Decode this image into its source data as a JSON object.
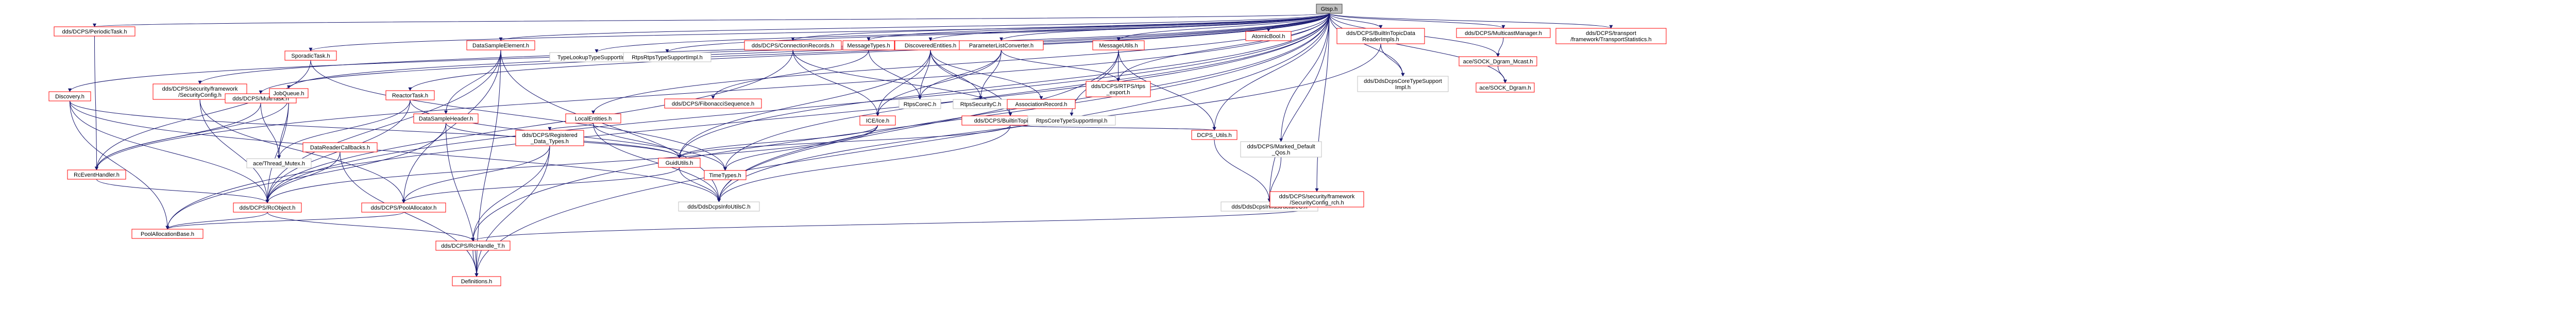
{
  "diagram": {
    "kind": "include-dependency-graph",
    "colors": {
      "edge": "#191970",
      "node_border_documented": "#ff0000",
      "node_border_plain": "#bfbfbf",
      "node_border_root": "#404040",
      "node_fill_root": "#bfbfbf",
      "node_fill": "#ffffff",
      "text": "#000000"
    },
    "nodes": [
      {
        "id": "gtsp",
        "lines": [
          "Gtsp.h"
        ],
        "style": "root"
      },
      {
        "id": "periodic_task",
        "lines": [
          "dds/DCPS/PeriodicTask.h"
        ],
        "style": "red"
      },
      {
        "id": "sporadic_task",
        "lines": [
          "SporadicTask.h"
        ],
        "style": "red"
      },
      {
        "id": "discovery",
        "lines": [
          "Discovery.h"
        ],
        "style": "red"
      },
      {
        "id": "sec_config",
        "lines": [
          "dds/DCPS/security/framework",
          "/SecurityConfig.h"
        ],
        "style": "red"
      },
      {
        "id": "multi_task",
        "lines": [
          "dds/DCPS/MultiTask.h"
        ],
        "style": "red"
      },
      {
        "id": "job_queue",
        "lines": [
          "JobQueue.h"
        ],
        "style": "red"
      },
      {
        "id": "reactor_task",
        "lines": [
          "ReactorTask.h"
        ],
        "style": "red"
      },
      {
        "id": "data_sample_element",
        "lines": [
          "DataSampleElement.h"
        ],
        "style": "red"
      },
      {
        "id": "data_sample_header",
        "lines": [
          "DataSampleHeader.h"
        ],
        "style": "red"
      },
      {
        "id": "typelookup",
        "lines": [
          "TypeLookupTypeSupportImpl.h"
        ],
        "style": "plain"
      },
      {
        "id": "rtps_type_support",
        "lines": [
          "RtpsRtpsTypeSupportImpl.h"
        ],
        "style": "plain"
      },
      {
        "id": "conn_records",
        "lines": [
          "dds/DCPS/ConnectionRecords.h"
        ],
        "style": "red"
      },
      {
        "id": "local_entities",
        "lines": [
          "LocalEntities.h"
        ],
        "style": "red"
      },
      {
        "id": "fibonacci",
        "lines": [
          "dds/DCPS/FibonacciSequence.h"
        ],
        "style": "red"
      },
      {
        "id": "message_types",
        "lines": [
          "MessageTypes.h"
        ],
        "style": "red"
      },
      {
        "id": "discovered_entities",
        "lines": [
          "DiscoveredEntities.h"
        ],
        "style": "red"
      },
      {
        "id": "param_list_converter",
        "lines": [
          "ParameterListConverter.h"
        ],
        "style": "red"
      },
      {
        "id": "ice_ice",
        "lines": [
          "ICE/Ice.h"
        ],
        "style": "red"
      },
      {
        "id": "builtin_topic_utils",
        "lines": [
          "dds/DCPS/BuiltinTopicUtils.h"
        ],
        "style": "red"
      },
      {
        "id": "rtps_core",
        "lines": [
          "RtpsCoreC.h"
        ],
        "style": "plain"
      },
      {
        "id": "rtps_security",
        "lines": [
          "RtpsSecurityC.h"
        ],
        "style": "plain"
      },
      {
        "id": "assoc_record",
        "lines": [
          "AssociationRecord.h"
        ],
        "style": "red"
      },
      {
        "id": "message_utils",
        "lines": [
          "MessageUtils.h"
        ],
        "style": "red"
      },
      {
        "id": "rtps_core_type_support",
        "lines": [
          "RtpsCoreTypeSupportImpl.h"
        ],
        "style": "plain"
      },
      {
        "id": "rtps_rtps_export",
        "lines": [
          "dds/DCPS/RTPS/rtps",
          "_export.h"
        ],
        "style": "red"
      },
      {
        "id": "atomic_bool",
        "lines": [
          "AtomicBool.h"
        ],
        "style": "red"
      },
      {
        "id": "builtin_reader_impls",
        "lines": [
          "dds/DCPS/BuiltInTopicData",
          "ReaderImpls.h"
        ],
        "style": "red"
      },
      {
        "id": "multicast_manager",
        "lines": [
          "dds/DCPS/MulticastManager.h"
        ],
        "style": "red"
      },
      {
        "id": "sock_dgram_mcast",
        "lines": [
          "ace/SOCK_Dgram_Mcast.h"
        ],
        "style": "red"
      },
      {
        "id": "sock_dgram",
        "lines": [
          "ace/SOCK_Dgram.h"
        ],
        "style": "red"
      },
      {
        "id": "transport_stats",
        "lines": [
          "dds/DCPS/transport",
          "/framework/TransportStatistics.h"
        ],
        "style": "red"
      },
      {
        "id": "dds_core_type_support",
        "lines": [
          "dds/DdsDcpsCoreTypeSupport",
          "Impl.h"
        ],
        "style": "plain"
      },
      {
        "id": "market_default_qos",
        "lines": [
          "dds/DCPS/Marked_Default",
          "_Qos.h"
        ],
        "style": "plain"
      },
      {
        "id": "dcps_utils",
        "lines": [
          "DCPS_Utils.h"
        ],
        "style": "red"
      },
      {
        "id": "registered_data_types",
        "lines": [
          "dds/DCPS/Registered",
          "_Data_Types.h"
        ],
        "style": "red"
      },
      {
        "id": "guid_utils",
        "lines": [
          "GuidUtils.h"
        ],
        "style": "red"
      },
      {
        "id": "time_types",
        "lines": [
          "TimeTypes.h"
        ],
        "style": "red"
      },
      {
        "id": "rc_event_handler",
        "lines": [
          "RcEventHandler.h"
        ],
        "style": "red"
      },
      {
        "id": "ace_thread_mutex",
        "lines": [
          "ace/Thread_Mutex.h"
        ],
        "style": "plain"
      },
      {
        "id": "data_header_callbacks",
        "lines": [
          "DataReaderCallbacks.h"
        ],
        "style": "red"
      },
      {
        "id": "rc_object",
        "lines": [
          "dds/DCPS/RcObject.h"
        ],
        "style": "red"
      },
      {
        "id": "pool_allocator",
        "lines": [
          "dds/DCPS/PoolAllocator.h"
        ],
        "style": "red"
      },
      {
        "id": "dds_info_utils",
        "lines": [
          "dds/DdsDcpsInfoUtilsC.h"
        ],
        "style": "plain"
      },
      {
        "id": "dds_infrastructure",
        "lines": [
          "dds/DdsDcpsInfrastructureC.h"
        ],
        "style": "plain"
      },
      {
        "id": "sec_config_rch",
        "lines": [
          "dds/DCPS/security/framework",
          "/SecurityConfig_rch.h"
        ],
        "style": "red"
      },
      {
        "id": "pool_alloc_base",
        "lines": [
          "PoolAllocationBase.h"
        ],
        "style": "red"
      },
      {
        "id": "rc_handle_t",
        "lines": [
          "dds/DCPS/RcHandle_T.h"
        ],
        "style": "red"
      },
      {
        "id": "definitions",
        "lines": [
          "Definitions.h"
        ],
        "style": "red"
      }
    ],
    "edges": [
      [
        "gtsp",
        "periodic_task"
      ],
      [
        "gtsp",
        "sporadic_task"
      ],
      [
        "gtsp",
        "discovery"
      ],
      [
        "gtsp",
        "sec_config"
      ],
      [
        "gtsp",
        "multi_task"
      ],
      [
        "gtsp",
        "job_queue"
      ],
      [
        "gtsp",
        "reactor_task"
      ],
      [
        "gtsp",
        "data_sample_element"
      ],
      [
        "gtsp",
        "typelookup"
      ],
      [
        "gtsp",
        "rtps_type_support"
      ],
      [
        "gtsp",
        "conn_records"
      ],
      [
        "gtsp",
        "local_entities"
      ],
      [
        "gtsp",
        "message_types"
      ],
      [
        "gtsp",
        "discovered_entities"
      ],
      [
        "gtsp",
        "param_list_converter"
      ],
      [
        "gtsp",
        "message_utils"
      ],
      [
        "gtsp",
        "atomic_bool"
      ],
      [
        "gtsp",
        "builtin_reader_impls"
      ],
      [
        "gtsp",
        "multicast_manager"
      ],
      [
        "gtsp",
        "sock_dgram_mcast"
      ],
      [
        "gtsp",
        "transport_stats"
      ],
      [
        "gtsp",
        "dds_core_type_support"
      ],
      [
        "gtsp",
        "rtps_rtps_export"
      ],
      [
        "gtsp",
        "guid_utils"
      ],
      [
        "gtsp",
        "time_types"
      ],
      [
        "gtsp",
        "rc_event_handler"
      ],
      [
        "gtsp",
        "dds_info_utils"
      ],
      [
        "gtsp",
        "definitions"
      ],
      [
        "gtsp",
        "sock_dgram"
      ],
      [
        "gtsp",
        "dcps_utils"
      ],
      [
        "gtsp",
        "pool_alloc_base"
      ],
      [
        "gtsp",
        "rc_object"
      ],
      [
        "gtsp",
        "rc_handle_t"
      ],
      [
        "gtsp",
        "market_default_qos"
      ],
      [
        "gtsp",
        "sec_config_rch"
      ],
      [
        "gtsp",
        "dds_infrastructure"
      ],
      [
        "periodic_task",
        "rc_event_handler"
      ],
      [
        "sporadic_task",
        "rc_event_handler"
      ],
      [
        "sporadic_task",
        "time_types"
      ],
      [
        "discovery",
        "rc_object"
      ],
      [
        "discovery",
        "pool_alloc_base"
      ],
      [
        "discovery",
        "guid_utils"
      ],
      [
        "discovery",
        "dds_info_utils"
      ],
      [
        "sec_config",
        "rc_object"
      ],
      [
        "sec_config",
        "pool_allocator"
      ],
      [
        "multi_task",
        "rc_event_handler"
      ],
      [
        "multi_task",
        "ace_thread_mutex"
      ],
      [
        "job_queue",
        "rc_event_handler"
      ],
      [
        "job_queue",
        "ace_thread_mutex"
      ],
      [
        "job_queue",
        "rc_object"
      ],
      [
        "reactor_task",
        "rc_object"
      ],
      [
        "reactor_task",
        "ace_thread_mutex"
      ],
      [
        "reactor_task",
        "time_types"
      ],
      [
        "data_sample_element",
        "data_sample_header"
      ],
      [
        "data_sample_element",
        "pool_allocator"
      ],
      [
        "data_sample_element",
        "rc_object"
      ],
      [
        "data_sample_element",
        "dds_info_utils"
      ],
      [
        "data_sample_element",
        "definitions"
      ],
      [
        "data_sample_header",
        "guid_utils"
      ],
      [
        "data_sample_header",
        "pool_alloc_base"
      ],
      [
        "data_sample_header",
        "definitions"
      ],
      [
        "conn_records",
        "builtin_topic_utils"
      ],
      [
        "conn_records",
        "rc_object"
      ],
      [
        "conn_records",
        "ice_ice"
      ],
      [
        "local_entities",
        "guid_utils"
      ],
      [
        "local_entities",
        "dds_info_utils"
      ],
      [
        "local_entities",
        "registered_data_types"
      ],
      [
        "message_types",
        "fibonacci"
      ],
      [
        "message_types",
        "rtps_core"
      ],
      [
        "discovered_entities",
        "ice_ice"
      ],
      [
        "discovered_entities",
        "builtin_topic_utils"
      ],
      [
        "discovered_entities",
        "rtps_core"
      ],
      [
        "discovered_entities",
        "rtps_security"
      ],
      [
        "discovered_entities",
        "assoc_record"
      ],
      [
        "discovered_entities",
        "guid_utils"
      ],
      [
        "param_list_converter",
        "rtps_core"
      ],
      [
        "param_list_converter",
        "rtps_security"
      ],
      [
        "param_list_converter",
        "rtps_rtps_export"
      ],
      [
        "param_list_converter",
        "ice_ice"
      ],
      [
        "message_utils",
        "rtps_core_type_support"
      ],
      [
        "message_utils",
        "rtps_rtps_export"
      ],
      [
        "message_utils",
        "dds_info_utils"
      ],
      [
        "message_utils",
        "dcps_utils"
      ],
      [
        "ice_ice",
        "guid_utils"
      ],
      [
        "ice_ice",
        "time_types"
      ],
      [
        "ice_ice",
        "rc_object"
      ],
      [
        "builtin_topic_utils",
        "guid_utils"
      ],
      [
        "builtin_topic_utils",
        "dds_info_utils"
      ],
      [
        "builtin_topic_utils",
        "dcps_utils"
      ],
      [
        "builtin_reader_impls",
        "dds_core_type_support"
      ],
      [
        "builtin_reader_impls",
        "dds_info_utils"
      ],
      [
        "multicast_manager",
        "sock_dgram_mcast"
      ],
      [
        "sock_dgram_mcast",
        "sock_dgram"
      ],
      [
        "market_default_qos",
        "dds_infrastructure"
      ],
      [
        "dcps_utils",
        "dds_infrastructure"
      ],
      [
        "registered_data_types",
        "pool_allocator"
      ],
      [
        "registered_data_types",
        "rc_handle_t"
      ],
      [
        "registered_data_types",
        "definitions"
      ],
      [
        "guid_utils",
        "dds_info_utils"
      ],
      [
        "guid_utils",
        "pool_allocator"
      ],
      [
        "rc_event_handler",
        "rc_object"
      ],
      [
        "data_header_callbacks",
        "rc_object"
      ],
      [
        "data_header_callbacks",
        "definitions"
      ],
      [
        "rc_object",
        "pool_alloc_base"
      ],
      [
        "rc_object",
        "rc_handle_t"
      ],
      [
        "pool_allocator",
        "pool_alloc_base"
      ],
      [
        "rc_handle_t",
        "definitions"
      ],
      [
        "sec_config_rch",
        "rc_handle_t"
      ]
    ]
  }
}
